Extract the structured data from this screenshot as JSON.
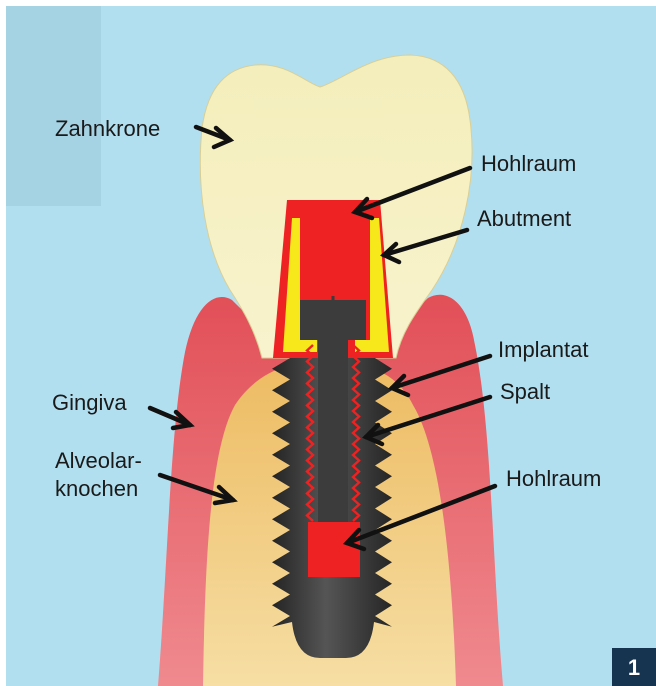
{
  "labels": {
    "crown": "Zahnkrone",
    "cavity_top": "Hohlraum",
    "abutment": "Abutment",
    "implant": "Implantat",
    "gap": "Spalt",
    "gingiva": "Gingiva",
    "bone_line1": "Alveolar-",
    "bone_line2": "knochen",
    "cavity_bottom": "Hohlraum"
  },
  "figure_number": "1",
  "colors": {
    "background": "#b2dfef",
    "crown": "#f6f1c3",
    "gingiva": "#e8656a",
    "bone": "#f0c878",
    "cavity": "#ee2222",
    "abutment_cap": "#f7e81c",
    "implant": "#3c3c3c",
    "badge": "#163450"
  }
}
